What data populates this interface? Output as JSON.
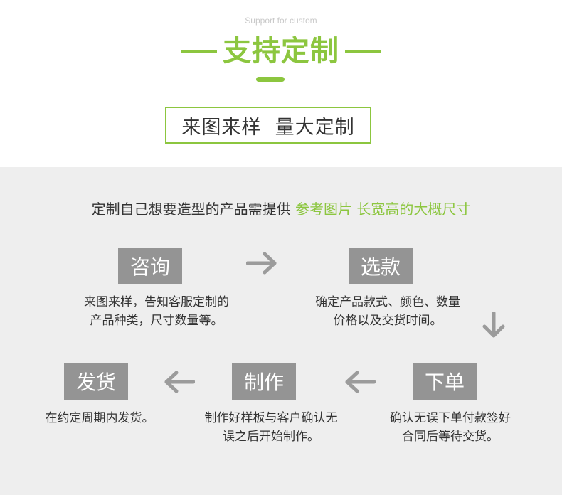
{
  "header": {
    "subtitle_en": "Support for custom",
    "title": "支持定制",
    "tagline": "来图来样  量大定制"
  },
  "intro": {
    "prefix": "定制自己想要造型的产品需提供 ",
    "highlight": "参考图片 长宽高的大概尺寸"
  },
  "steps": [
    {
      "label": "咨询",
      "desc_line1": "来图来样，告知客服定制的",
      "desc_line2": "产品种类，尺寸数量等。"
    },
    {
      "label": "选款",
      "desc_line1": "确定产品款式、颜色、数量",
      "desc_line2": "价格以及交货时间。"
    },
    {
      "label": "下单",
      "desc_line1": "确认无误下单付款签好",
      "desc_line2": "合同后等待交货。"
    },
    {
      "label": "制作",
      "desc_line1": "制作好样板与客户确认无",
      "desc_line2": "误之后开始制作。"
    },
    {
      "label": "发货",
      "desc_line1": "在约定周期内发货。",
      "desc_line2": ""
    }
  ],
  "icons": {
    "arrow_right": "arrow-right-icon",
    "arrow_down": "arrow-down-icon",
    "arrow_left": "arrow-left-icon"
  },
  "colors": {
    "accent": "#8cc63f",
    "step_box": "#949494",
    "panel_bg": "#eeeeee",
    "arrow": "#9b9b9b"
  }
}
